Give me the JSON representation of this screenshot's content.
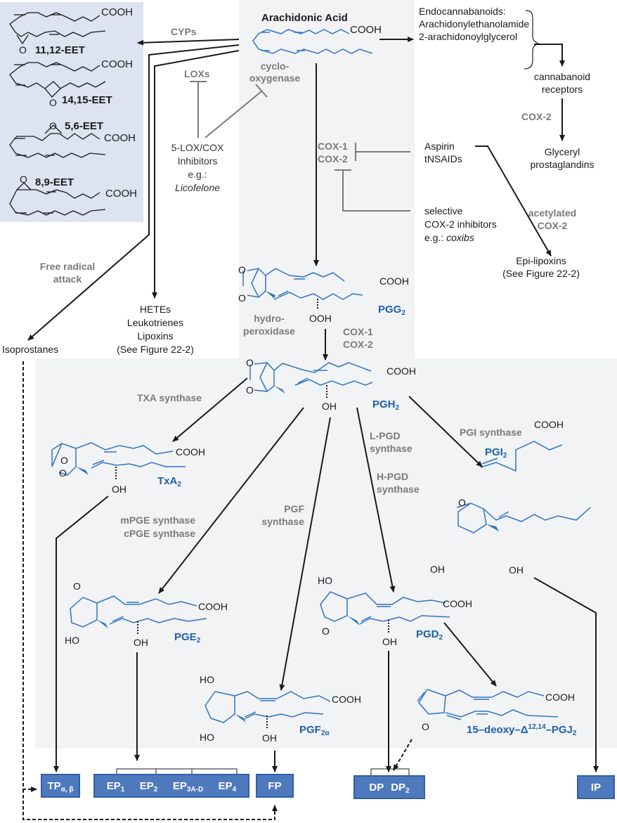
{
  "title": "Arachidonic Acid",
  "start": {
    "name": "Arachidonic Acid",
    "group": "COOH"
  },
  "eets": [
    {
      "name": "11,12-EET",
      "group": "COOH",
      "oxygen": "O"
    },
    {
      "name": "14,15-EET",
      "group": "COOH",
      "oxygen": "O"
    },
    {
      "name": "5,6-EET",
      "group": "COOH",
      "oxygen": "O"
    },
    {
      "name": "8,9-EET",
      "group": "COOH",
      "oxygen": "O"
    }
  ],
  "enzymes": {
    "cyps": "CYPs",
    "loxs": "LOXs",
    "cyclooxygenase_1": "cyclo-",
    "cyclooxygenase_2": "oxygenase",
    "cox1": "COX-1",
    "cox2": "COX-2",
    "cox2_endo": "COX-2",
    "acetylated_1": "acetylated",
    "acetylated_2": "COX-2",
    "free_radical_1": "Free radical",
    "free_radical_2": "attack",
    "hydroperoxidase_1": "hydro-",
    "hydroperoxidase_2": "peroxidase",
    "cox1_b": "COX-1",
    "cox2_b": "COX-2",
    "txa_synthase": "TXA synthase",
    "pgi_synthase": "PGI synthase",
    "lpgd_1": "L-PGD",
    "lpgd_2": "synthase",
    "hpgd_1": "H-PGD",
    "hpgd_2": "synthase",
    "pgf_1": "PGF",
    "pgf_2": "synthase",
    "mpge": "mPGE synthase",
    "cpge": "cPGE synthase"
  },
  "endocannabinoids": {
    "line1": "Endocannabanoids:",
    "line2": "Arachidonylethanolamide",
    "line3": "2-arachidonoylglycerol",
    "receptors_1": "cannabanoid",
    "receptors_2": "receptors",
    "product_1": "Glyceryl",
    "product_2": "prostaglandins"
  },
  "inhibitors": {
    "lox_cox_1": "5-LOX/COX",
    "lox_cox_2": "Inhibitors",
    "lox_cox_3": "e.g.:",
    "lox_cox_4": "Licofelone",
    "aspirin_1": "Aspirin",
    "aspirin_2": "tNSAIDs",
    "coxib_1": "selective",
    "coxib_2": "COX-2 inhibitors",
    "coxib_3": "e.g.: ",
    "coxib_4": "coxibs"
  },
  "side_products": {
    "epi_1": "Epi-lipoxins",
    "epi_2": "(See Figure 22-2)",
    "hetes_1": "HETEs",
    "hetes_2": "Leukotrienes",
    "hetes_3": "Lipoxins",
    "hetes_4": "(See Figure 22-2)",
    "isoprostanes": "Isoprostanes"
  },
  "compounds": {
    "pgg2": {
      "base": "PGG",
      "sub": "2"
    },
    "pgh2": {
      "base": "PGH",
      "sub": "2"
    },
    "txa2": {
      "base": "TxA",
      "sub": "2"
    },
    "pgi2": {
      "base": "PGI",
      "sub": "2"
    },
    "pge2": {
      "base": "PGE",
      "sub": "2"
    },
    "pgd2": {
      "base": "PGD",
      "sub": "2"
    },
    "pgf2a": {
      "base": "PGF",
      "sub": "2α"
    },
    "pgj2": {
      "pre": "15–deoxy–Δ",
      "sup": "12,14",
      "post": "–PGJ",
      "sub": "2"
    }
  },
  "atoms": {
    "cooh": "COOH",
    "ooh": "OOH",
    "oh": "OH",
    "ho": "HO",
    "o": "O"
  },
  "receptors": {
    "tp": {
      "base": "TP",
      "sub": "α, β"
    },
    "ep": [
      {
        "base": "EP",
        "sub": "1"
      },
      {
        "base": "EP",
        "sub": "2"
      },
      {
        "base": "EP",
        "sub": "3A-D"
      },
      {
        "base": "EP",
        "sub": "4"
      }
    ],
    "fp": "FP",
    "dp": {
      "a": "DP",
      "b_base": "DP",
      "b_sub": "2"
    },
    "ip": "IP"
  },
  "colors": {
    "structure_blue": "#2f74c0",
    "compound_label": "#1f5fa8",
    "enzyme_gray": "#7a7a7a",
    "receptor_fill": "#4f79bd",
    "eet_panel": "#dde3f1",
    "pathway_panel": "#f2f3f5"
  }
}
